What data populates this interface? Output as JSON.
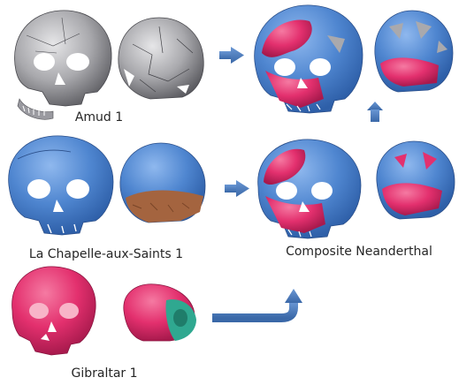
{
  "labels": {
    "amud": "Amud 1",
    "chapelle": "La Chapelle-aux-Saints 1",
    "gibraltar": "Gibraltar 1",
    "composite": "Composite Neanderthal"
  },
  "colors": {
    "blue": "#4f86d0",
    "blue_dark": "#2e5fa8",
    "pink": "#e3306e",
    "pink_dark": "#b81f56",
    "gray": "#a9a9ad",
    "gray_dark": "#5d5d62",
    "brown": "#a4643f",
    "teal": "#2fa890",
    "arrow": "#4a78b8"
  }
}
